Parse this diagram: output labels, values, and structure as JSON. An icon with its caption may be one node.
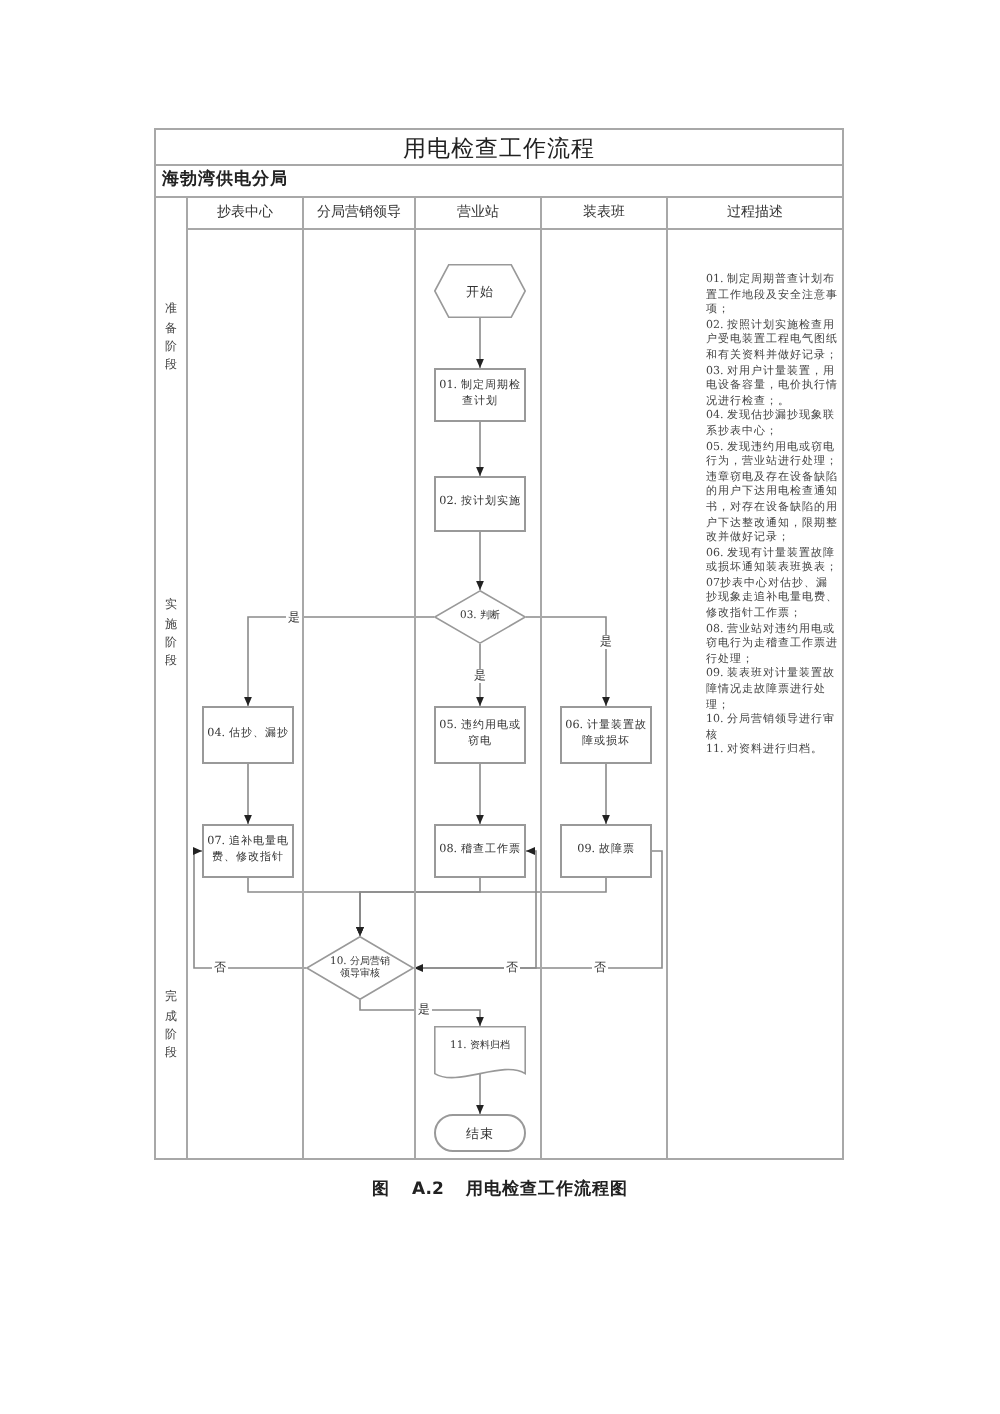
{
  "diagram": {
    "title": "用电检查工作流程",
    "caption": "图 A.2 用电检查工作流程图",
    "nodes": [
      {
        "text": [
          "海勃湾供电分局"
        ]
      },
      {
        "text": [
          "准备阶段",
          "实施阶段",
          "完成阶段"
        ],
        "in": 0
      },
      {
        "text": [
          "抄表中心"
        ],
        "in": 0
      },
      {
        "text": [
          "分局营销领导"
        ],
        "in": 0
      },
      {
        "text": [
          "营业站"
        ],
        "in": 0
      },
      {
        "text": [
          "装表班"
        ],
        "in": 0
      },
      {
        "text": [
          "过程描述",
          "01. 制定周期普查计划布置工作地段及安全注意事项；",
          "02. 按照计划实施检查用户受电装置工程电气图纸和有关资料并做好记录；",
          "03. 对用户计量装置，用电设备容量，电价执行情况进行检查；。",
          "04. 发现估抄漏抄现象联系抄表中心；",
          "05. 发现违约用电或窃电行为，营业站进行处理；违章窃电及存在设备缺陷的用户下达用电检查通知书，对存在设备缺陷的用户下达整改通知，限期整改并做好记录；",
          "06. 发现有计量装置故障或损坏通知装表班换表；",
          "07抄表中心对估抄、漏抄现象走追补电量电费、修改指针工作票；",
          "08. 营业站对违约用电或窃电行为走稽查工作票进行处理；",
          "09. 装表班对计量装置故障情况走故障票进行处理；",
          "10. 分局营销领导进行审核",
          "11. 对资料进行归档。"
        ],
        "in": 0
      },
      {
        "text": [
          "开始"
        ],
        "in": 4
      },
      {
        "text": [
          "01. 制定周期检查计划"
        ],
        "in": 4
      },
      {
        "text": [
          "02. 按计划实施"
        ],
        "in": 4
      },
      {
        "text": [
          "03. 判断"
        ],
        "in": 4
      },
      {
        "text": [
          "04. 估抄、漏抄"
        ],
        "in": 2
      },
      {
        "text": [
          "05. 违约用电或窃电"
        ],
        "in": 4
      },
      {
        "text": [
          "06. 计量装置故障或损坏"
        ],
        "in": 5
      },
      {
        "text": [
          "07. 追补电量电费、修改指针"
        ],
        "in": 2
      },
      {
        "text": [
          "08. 稽查工作票"
        ],
        "in": 4
      },
      {
        "text": [
          "09. 故障票"
        ],
        "in": 5
      },
      {
        "text": [
          "10. 分局营销领导审核"
        ],
        "in": 3
      },
      {
        "text": [
          "11. 资料归档"
        ],
        "in": 4
      },
      {
        "text": [
          "结束"
        ],
        "in": 4
      }
    ],
    "edges": [
      {
        "from": 7,
        "to": 8,
        "arrow": "to"
      },
      {
        "from": 8,
        "to": 9,
        "arrow": "to"
      },
      {
        "from": 9,
        "to": 10,
        "arrow": "to"
      },
      {
        "from": 10,
        "to": 11,
        "arrow": "to",
        "label": "是"
      },
      {
        "from": 10,
        "to": 12,
        "arrow": "to",
        "label": "是"
      },
      {
        "from": 10,
        "to": 13,
        "arrow": "to",
        "label": "是"
      },
      {
        "from": 11,
        "to": 14,
        "arrow": "to"
      },
      {
        "from": 12,
        "to": 15,
        "arrow": "to"
      },
      {
        "from": 13,
        "to": 16,
        "arrow": "to"
      },
      {
        "from": 14,
        "to": 17,
        "arrow": "to"
      },
      {
        "from": 15,
        "to": 17,
        "arrow": "to"
      },
      {
        "from": 16,
        "to": 17,
        "arrow": "to"
      },
      {
        "from": 17,
        "to": 14,
        "arrow": "to",
        "label": "否"
      },
      {
        "from": 17,
        "to": 15,
        "arrow": "to",
        "label": "否"
      },
      {
        "from": 16,
        "to": 17,
        "arrow": "to",
        "label": "否"
      },
      {
        "from": 17,
        "to": 18,
        "arrow": "to",
        "label": "是"
      },
      {
        "from": 18,
        "to": 19,
        "arrow": "to"
      }
    ]
  }
}
